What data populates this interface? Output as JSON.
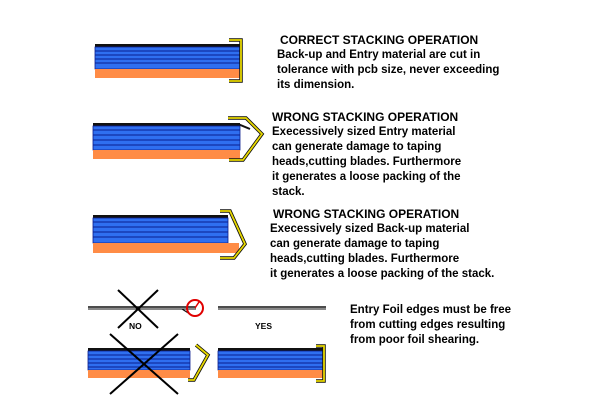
{
  "panels": {
    "correct": {
      "heading": "CORRECT STACKING OPERATION",
      "lines": [
        "Back-up and Entry material are cut in",
        "tolerance with pcb size, never exceeding",
        "its dimension."
      ]
    },
    "wrong_entry": {
      "heading": "WRONG STACKING OPERATION",
      "lines": [
        "Execessively sized  Entry material",
        "can generate damage to taping",
        "heads,cutting blades. Furthermore",
        "it generates a loose packing of the",
        "stack."
      ]
    },
    "wrong_backup": {
      "heading": "WRONG STACKING OPERATION",
      "lines": [
        "Execessively sized Back-up material",
        "can generate damage to taping",
        "heads,cutting blades. Furthermore",
        "it generates a loose packing of the stack."
      ]
    },
    "foil": {
      "no_label": "NO",
      "yes_label": "YES",
      "lines": [
        "Entry Foil edges must be free",
        "from cutting edges resulting",
        "from poor foil shearing."
      ]
    }
  },
  "colors": {
    "pcb_blue": "#2f6ff0",
    "pcb_line": "#0a1f8f",
    "backup_orange": "#ff8c46",
    "entry_black": "#111111",
    "tape_yellow": "#e8d800",
    "cross_black": "#000000",
    "marker_red": "#e00000"
  }
}
